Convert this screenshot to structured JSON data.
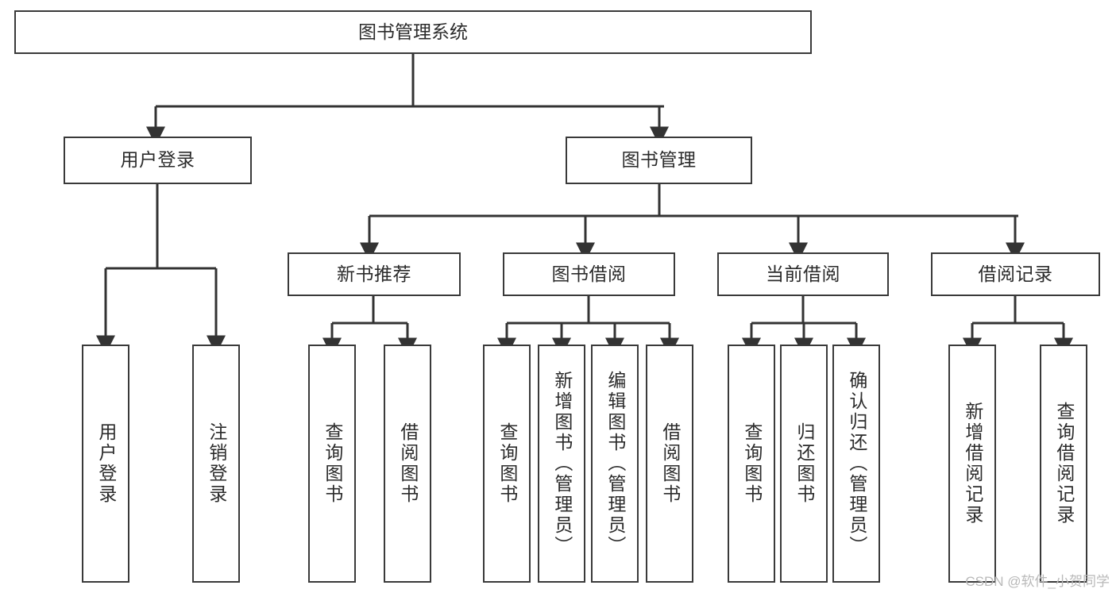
{
  "diagram": {
    "title": "图书管理系统",
    "type": "functional-structure-tree",
    "watermark": "CSDN @软件_小贺同学",
    "colors": {
      "box_border": "#3a3a3a",
      "box_fill": "#ffffff",
      "text": "#2b2b2b",
      "connector": "#333333",
      "watermark": "#b9b9b9",
      "background": "#ffffff"
    },
    "root": {
      "label": "图书管理系统"
    },
    "level2": [
      {
        "label": "用户登录"
      },
      {
        "label": "图书管理"
      }
    ],
    "level3": [
      {
        "label": "新书推荐"
      },
      {
        "label": "图书借阅"
      },
      {
        "label": "当前借阅"
      },
      {
        "label": "借阅记录"
      }
    ],
    "leaves": {
      "user_login": [
        {
          "label": "用户登录"
        },
        {
          "label": "注销登录"
        }
      ],
      "new_book_recommend": [
        {
          "label": "查询图书"
        },
        {
          "label": "借阅图书"
        }
      ],
      "book_borrow": [
        {
          "label": "查询图书"
        },
        {
          "label": "新增图书（管理员）"
        },
        {
          "label": "编辑图书（管理员）"
        },
        {
          "label": "借阅图书"
        }
      ],
      "current_borrow": [
        {
          "label": "查询图书"
        },
        {
          "label": "归还图书"
        },
        {
          "label": "确认归还（管理员）"
        }
      ],
      "borrow_record": [
        {
          "label": "新增借阅记录"
        },
        {
          "label": "查询借阅记录"
        }
      ]
    }
  }
}
